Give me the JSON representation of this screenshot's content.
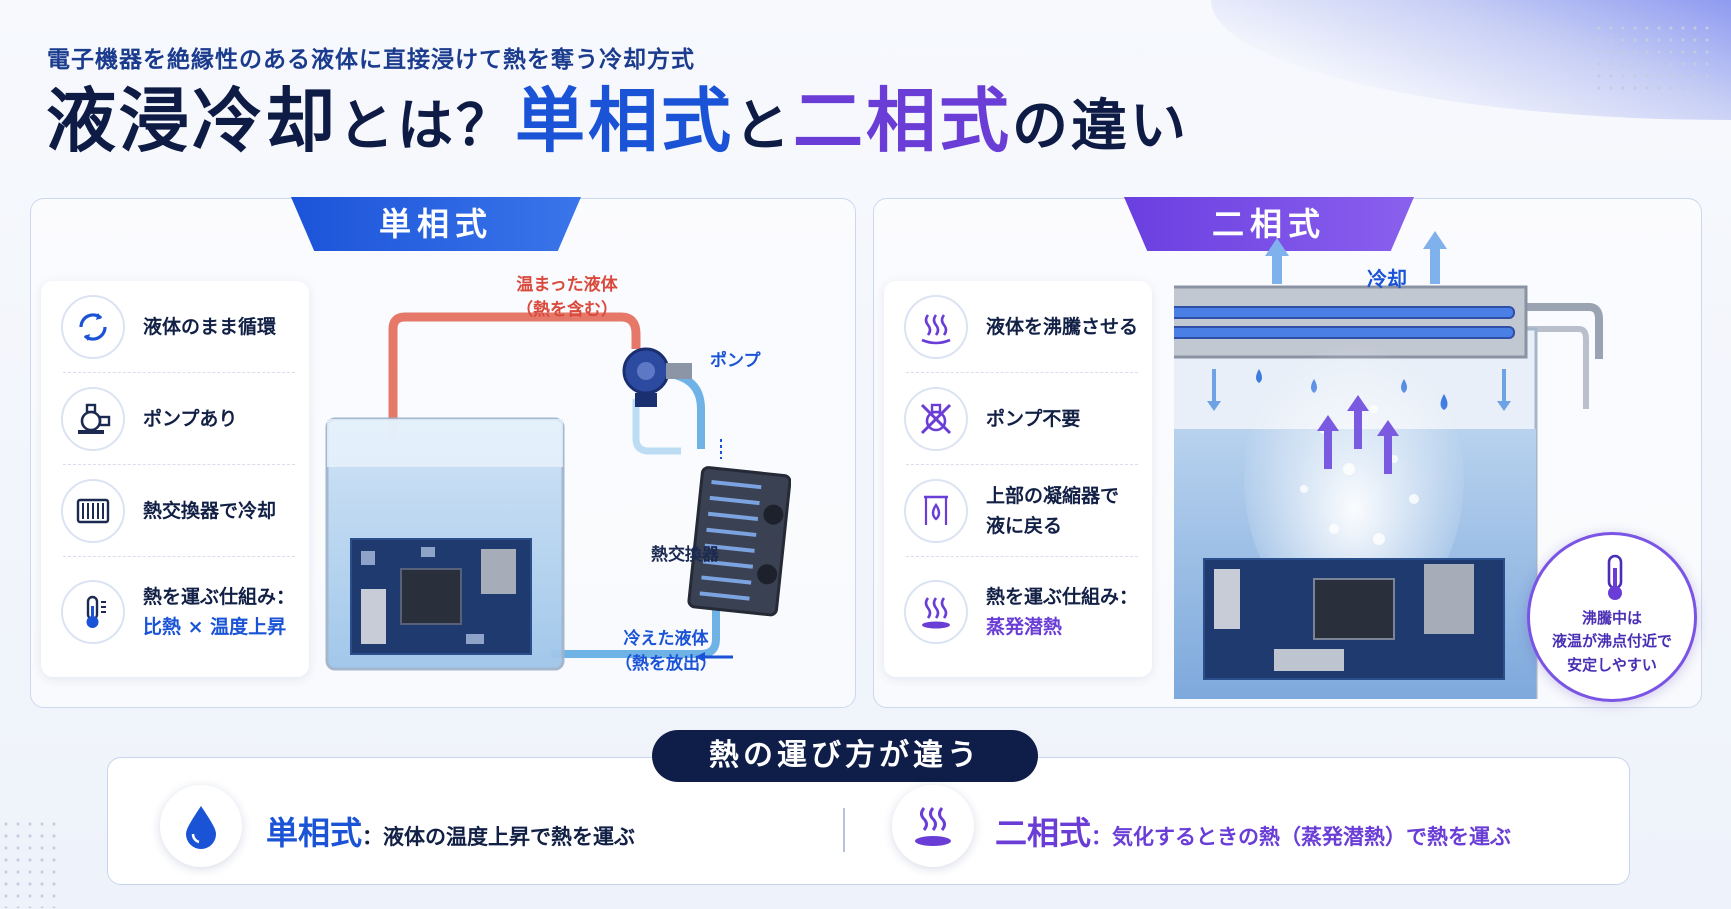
{
  "header": {
    "subtitle": "電子機器を絶縁性のある液体に直接浸けて熱を奪う冷却方式",
    "title_part1": "液浸冷却",
    "title_part2": "とは？",
    "title_part3": "単相式",
    "title_part4": "と",
    "title_part5": "二相式",
    "title_part6": "の違い"
  },
  "single_phase": {
    "tab_label": "単相式",
    "features": [
      {
        "icon": "circulation-icon",
        "line1": "液体のまま循環",
        "line2": ""
      },
      {
        "icon": "pump-icon",
        "line1": "ポンプあり",
        "line2": ""
      },
      {
        "icon": "heat-exchanger-icon",
        "line1": "熱交換器で冷却",
        "line2": ""
      },
      {
        "icon": "thermometer-icon",
        "line1": "熱を運ぶ仕組み：",
        "line2": "比熱 × 温度上昇"
      }
    ],
    "labels": {
      "hot_liquid_1": "温まった液体",
      "hot_liquid_2": "（熱を含む）",
      "pump": "ポンプ",
      "heat_exchanger": "熱交換器",
      "cool_liquid_1": "冷えた液体",
      "cool_liquid_2": "（熱を放出）"
    }
  },
  "two_phase": {
    "tab_label": "二相式",
    "features": [
      {
        "icon": "boiling-icon",
        "line1": "液体を沸騰させる",
        "line2": ""
      },
      {
        "icon": "no-pump-icon",
        "line1": "ポンプ不要",
        "line2": ""
      },
      {
        "icon": "droplet-return-icon",
        "line1": "上部の凝縮器で",
        "line2": "液に戻る"
      },
      {
        "icon": "evaporation-icon",
        "line1": "熱を運ぶ仕組み：",
        "line2": "蒸発潜熱"
      }
    ],
    "labels": {
      "cooling": "冷却"
    },
    "badge": {
      "line1": "沸騰中は",
      "line2": "液温が沸点付近で",
      "line3": "安定しやすい"
    }
  },
  "summary": {
    "title": "熱の運び方が違う",
    "single_name": "単相式",
    "single_desc": "：液体の温度上昇で熱を運ぶ",
    "two_name": "二相式",
    "two_desc": "：気化するときの熱（蒸発潜熱）で熱を運ぶ"
  },
  "colors": {
    "blue": "#1a53d6",
    "purple": "#6a3ed6",
    "navy": "#0f1d49",
    "hot": "#e0604f"
  }
}
